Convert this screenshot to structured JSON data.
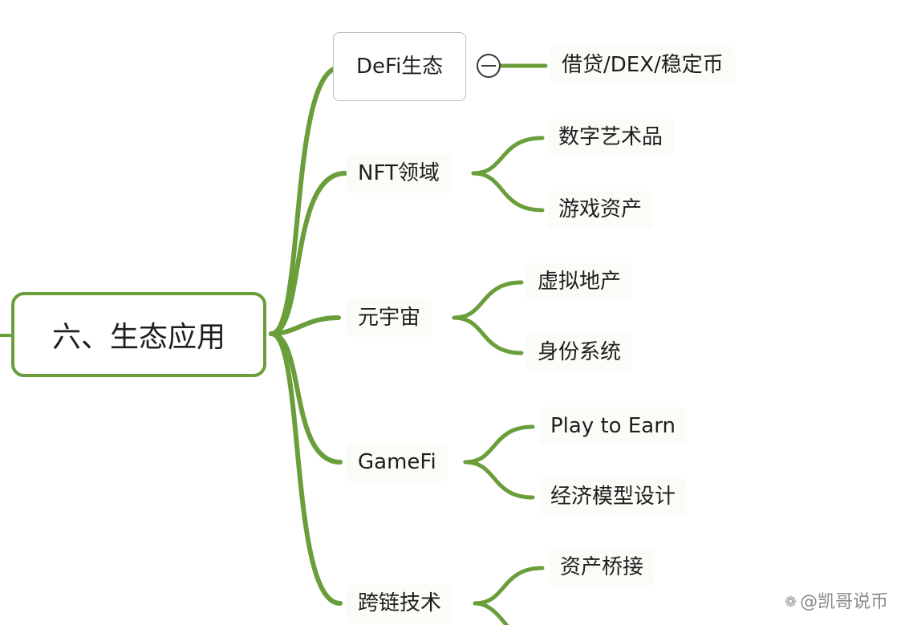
{
  "root": {
    "label": "六、生态应用"
  },
  "branches": [
    {
      "label": "DeFi生态",
      "children": [
        "借贷/DEX/稳定币"
      ]
    },
    {
      "label": "NFT领域",
      "children": [
        "数字艺术品",
        "游戏资产"
      ]
    },
    {
      "label": "元宇宙",
      "children": [
        "虚拟地产",
        "身份系统"
      ]
    },
    {
      "label": "GameFi",
      "children": [
        "Play to Earn",
        "经济模型设计"
      ]
    },
    {
      "label": "跨链技术",
      "children": [
        "资产桥接"
      ]
    }
  ],
  "watermark": {
    "text": "@凯哥说币",
    "icon": "butterfly-logo-icon"
  },
  "colors": {
    "link": "#6a9e3b",
    "rootBorder": "#6a9e3b"
  }
}
